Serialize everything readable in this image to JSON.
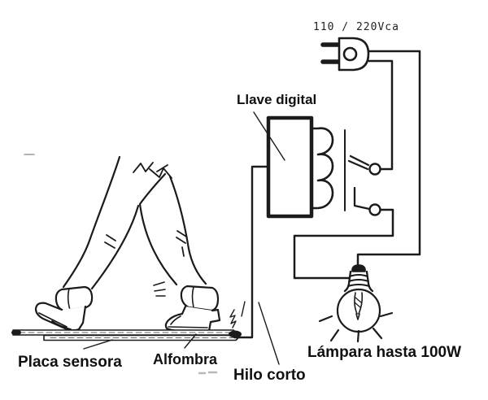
{
  "diagram": {
    "labels": {
      "power_voltage": "110 / 220Vca",
      "digital_switch": "Llave digital",
      "sensor_plate": "Placa sensora",
      "carpet": "Alfombra",
      "short_wire": "Hilo corto",
      "lamp": "Lámpara hasta 100W"
    },
    "colors": {
      "ink": "#1b1b1b",
      "background": "#ffffff",
      "faint_gray": "#b8b8b8"
    }
  }
}
